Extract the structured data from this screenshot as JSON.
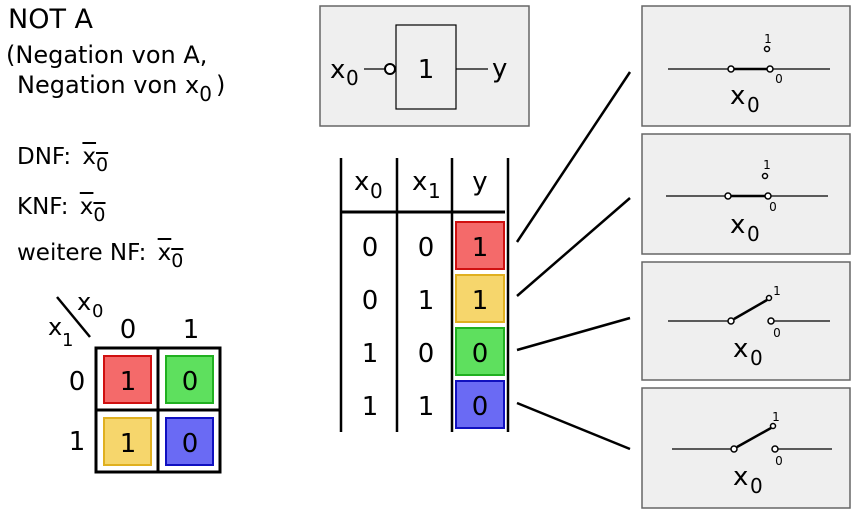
{
  "title": "NOT A",
  "subtitle_line1": "(Negation von A,",
  "subtitle_line2_prefix": "Negation von ",
  "subtitle_var": "x",
  "subtitle_sub": "0",
  "subtitle_close": ")",
  "forms": [
    {
      "label": "DNF:",
      "var": "x",
      "sub": "0"
    },
    {
      "label": "KNF:",
      "var": "x",
      "sub": "0"
    },
    {
      "label": "weitere NF:",
      "var": "x",
      "sub": "0"
    }
  ],
  "gate": {
    "input_var": "x",
    "input_sub": "0",
    "symbol": "1",
    "output": "y"
  },
  "truth_table": {
    "headers": [
      {
        "var": "x",
        "sub": "0"
      },
      {
        "var": "x",
        "sub": "1"
      },
      {
        "var": "y",
        "sub": ""
      }
    ],
    "rows": [
      {
        "x0": "0",
        "x1": "0",
        "y": "1",
        "color": "#f46a6a"
      },
      {
        "x0": "0",
        "x1": "1",
        "y": "1",
        "color": "#f6d66c"
      },
      {
        "x0": "1",
        "x1": "0",
        "y": "0",
        "color": "#5ee05e"
      },
      {
        "x0": "1",
        "x1": "1",
        "y": "0",
        "color": "#6a6af4"
      }
    ]
  },
  "kmap": {
    "col_var": "x",
    "col_sub": "0",
    "row_var": "x",
    "row_sub": "1",
    "col_labels": [
      "0",
      "1"
    ],
    "row_labels": [
      "0",
      "1"
    ],
    "cells": [
      [
        {
          "value": "1",
          "color": "#f46a6a"
        },
        {
          "value": "0",
          "color": "#5ee05e"
        }
      ],
      [
        {
          "value": "1",
          "color": "#f6d66c"
        },
        {
          "value": "0",
          "color": "#6a6af4"
        }
      ]
    ]
  },
  "switches": [
    {
      "var": "x",
      "sub": "0",
      "top_label": "1",
      "bottom_label": "0",
      "state": "0"
    },
    {
      "var": "x",
      "sub": "0",
      "top_label": "1",
      "bottom_label": "0",
      "state": "0"
    },
    {
      "var": "x",
      "sub": "0",
      "top_label": "1",
      "bottom_label": "0",
      "state": "1"
    },
    {
      "var": "x",
      "sub": "0",
      "top_label": "1",
      "bottom_label": "0",
      "state": "1"
    }
  ]
}
